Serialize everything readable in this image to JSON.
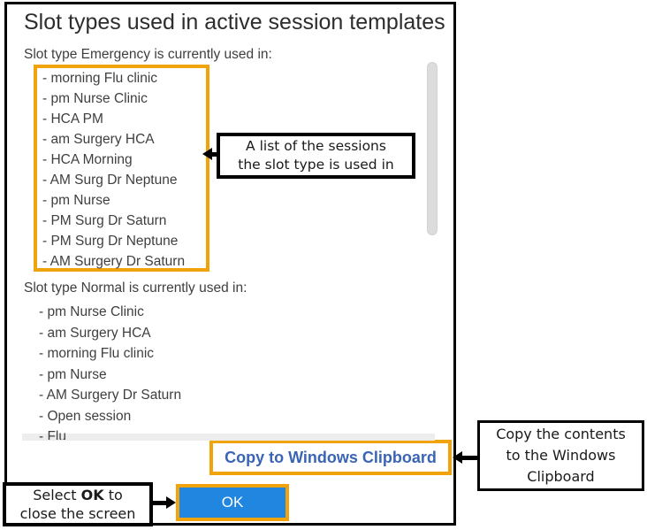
{
  "dialog": {
    "title": "Slot types used in active session templates",
    "bullet_prefix": "- ",
    "sections": [
      {
        "label": "Slot type Emergency is currently used in:",
        "items": [
          "morning Flu clinic",
          "pm Nurse Clinic",
          "HCA PM",
          "am Surgery HCA",
          "HCA Morning",
          "AM Surg Dr Neptune",
          "pm Nurse",
          "PM Surg Dr Saturn",
          "PM Surg Dr Neptune",
          "AM Surgery Dr Saturn"
        ]
      },
      {
        "label": "Slot type Normal is currently used in:",
        "items": [
          "pm Nurse Clinic",
          "am Surgery HCA",
          "morning Flu clinic",
          "pm Nurse",
          "AM Surgery Dr Saturn",
          "Open session",
          "Flu"
        ]
      }
    ],
    "copy_link_label": "Copy to Windows Clipboard",
    "ok_label": "OK"
  },
  "annotations": {
    "list_callout": {
      "line1": "A list of the sessions",
      "line2": "the slot type is used in"
    },
    "copy_callout": {
      "line1": "Copy the contents",
      "line2": "to the Windows",
      "line3": "Clipboard"
    },
    "ok_callout": {
      "pre": "Select ",
      "bold": "OK",
      "post": " to",
      "line2": "close the screen"
    }
  },
  "colors": {
    "highlight_orange": "#F0A30A",
    "button_blue": "#2086E0",
    "link_blue": "#3A65B5",
    "scrollbar_gray": "#DCDCDC"
  }
}
